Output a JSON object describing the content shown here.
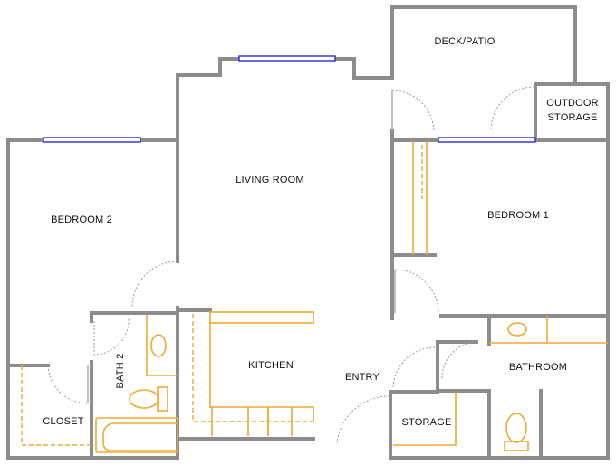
{
  "rooms": {
    "deck_patio": "DECK/PATIO",
    "outdoor_storage_line1": "OUTDOOR",
    "outdoor_storage_line2": "STORAGE",
    "living_room": "LIVING ROOM",
    "bedroom_2": "BEDROOM 2",
    "bedroom_1": "BEDROOM 1",
    "kitchen": "KITCHEN",
    "entry": "ENTRY",
    "bath_2": "BATH 2",
    "bathroom": "BATHROOM",
    "closet": "CLOSET",
    "storage": "STORAGE"
  },
  "colors": {
    "wall": "#8c8c8c",
    "fixture": "#f0a830",
    "window": "#2a2acc"
  }
}
